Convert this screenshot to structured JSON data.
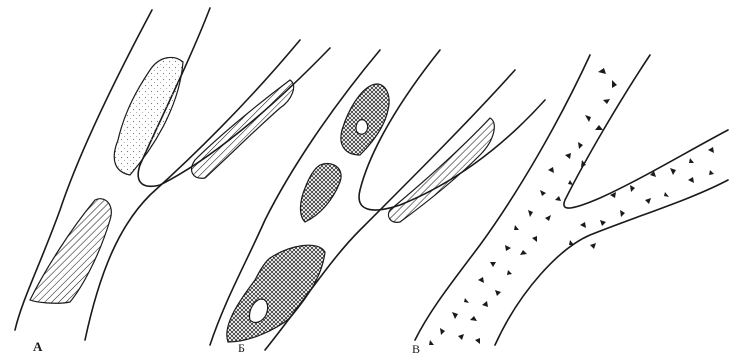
{
  "figure": {
    "panels": [
      {
        "label": "А",
        "description_role": "panel-a"
      },
      {
        "label": "Б",
        "description_role": "panel-b"
      },
      {
        "label": "В",
        "description_role": "panel-c"
      }
    ]
  },
  "colors": {
    "ink": "#1a1a1a",
    "background": "#ffffff"
  }
}
